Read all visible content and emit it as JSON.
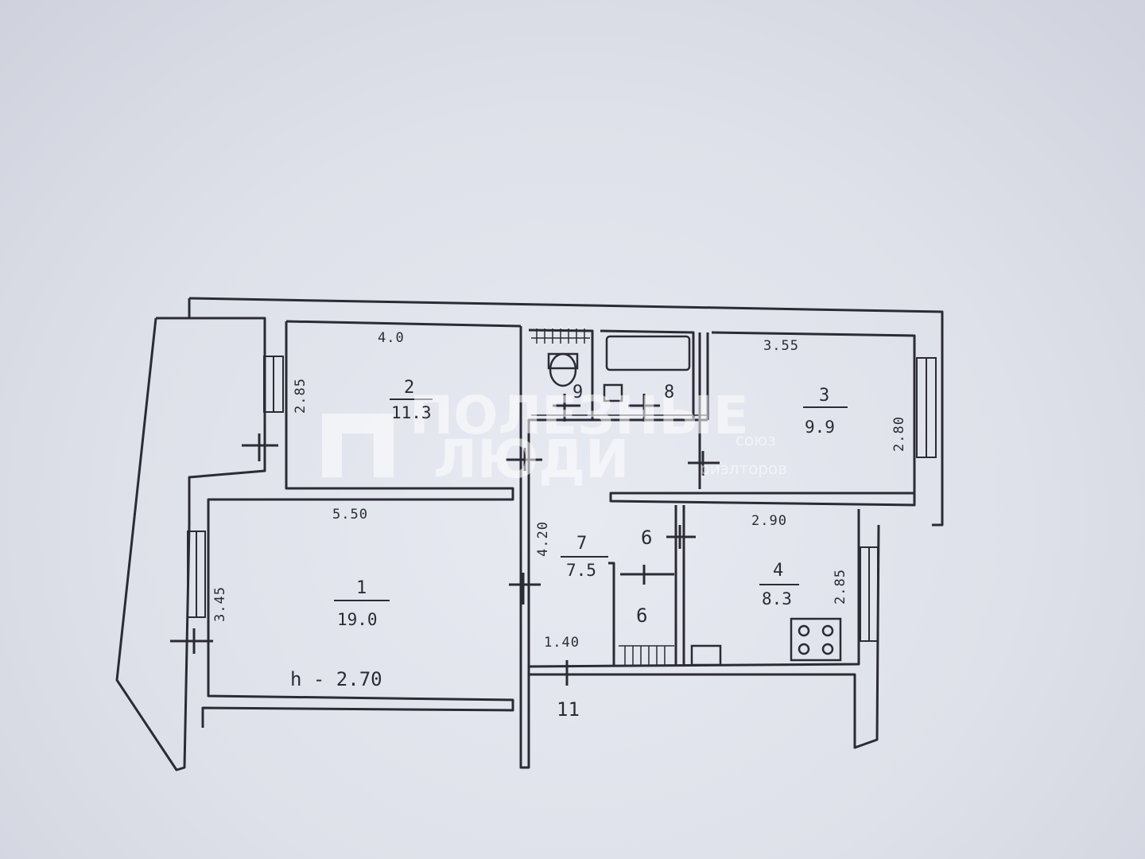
{
  "watermark": {
    "line1": "ПОЛЕЗНЫЕ",
    "line2": "ЛЮДИ",
    "line3": "союз",
    "line4": "риэлторов"
  },
  "rooms": [
    {
      "id": "1",
      "area": "19.0",
      "width": "5.50",
      "depth": "3.45"
    },
    {
      "id": "2",
      "area": "11.3",
      "width": "4.0",
      "depth": "2.85"
    },
    {
      "id": "3",
      "area": "9.9",
      "width": "3.55",
      "depth": "2.80"
    },
    {
      "id": "4",
      "area": "8.3",
      "width": "2.90",
      "depth": "2.85"
    },
    {
      "id": "7",
      "area": "7.5",
      "depth": "4.20"
    }
  ],
  "small_labels": {
    "wc": "9",
    "bath": "8",
    "closet_top": "6",
    "closet_bottom": "6",
    "entrance": "11",
    "corridor_width": "1.40"
  },
  "ceiling_height": "h - 2.70",
  "colors": {
    "ink": "#2b2b35",
    "paper": "#e6e8f0"
  }
}
